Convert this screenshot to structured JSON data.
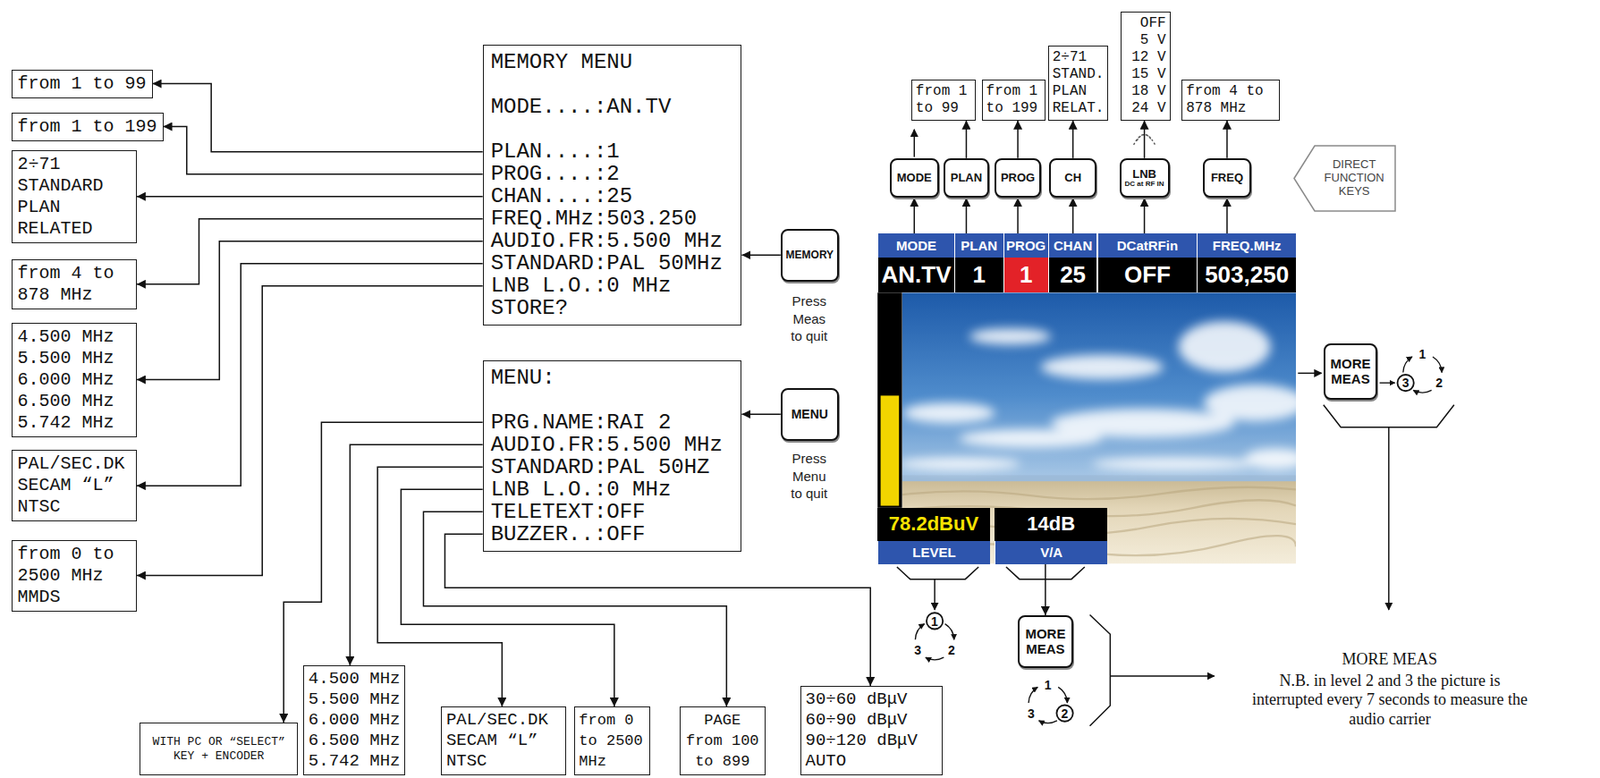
{
  "diagram": {
    "nodes": [
      {
        "text": [
          "from 1 to 99"
        ]
      },
      {
        "text": [
          "from 1 to 199"
        ]
      },
      {
        "text": [
          "2÷71",
          "STANDARD",
          "PLAN",
          "RELATED"
        ]
      },
      {
        "text": [
          "from 4 to 878 MHz"
        ]
      },
      {
        "text": [
          "4.500 MHz",
          "5.500 MHz",
          "6.000 MHz",
          "6.500 MHz",
          "5.742 MHz"
        ]
      },
      {
        "text": [
          "PAL/SEC.DK",
          "SECAM “L”",
          "NTSC"
        ]
      },
      {
        "text": [
          "from 0 to 2500 MHz",
          "MMDS"
        ]
      },
      {
        "text": [
          "MEMORY MENU",
          "MODE....:AN.TV",
          "PLAN....:1",
          "PROG....:2",
          "CHAN....:25",
          "FREQ.MHz:503.250",
          "AUDIO.FR:5.500 MHz",
          "STANDARD:PAL 50MHz",
          "LNB L.O.:0 MHz",
          "STORE?"
        ]
      },
      {
        "text": [
          "MENU:",
          "PRG.NAME:RAI 2",
          "AUDIO.FR:5.500 MHz",
          "STANDARD:PAL 50HZ",
          "LNB L.O.:0 MHz",
          "TELETEXT:OFF",
          "BUZZER..:OFF"
        ]
      },
      {
        "text": [
          "MEMORY"
        ]
      },
      {
        "text": [
          "MENU"
        ]
      },
      {
        "text": [
          "from 1 to 99"
        ]
      },
      {
        "text": [
          "from 1 to 199"
        ]
      },
      {
        "text": [
          "2÷71",
          "STAND.",
          "PLAN",
          "RELAT."
        ]
      },
      {
        "text": [
          "OFF",
          "5 V",
          "12 V",
          "15 V",
          "18 V",
          "24 V"
        ]
      },
      {
        "text": [
          "from 4 to 878 MHz"
        ]
      },
      {
        "text": [
          "MODE"
        ]
      },
      {
        "text": [
          "PLAN"
        ]
      },
      {
        "text": [
          "PROG"
        ]
      },
      {
        "text": [
          "CH"
        ]
      },
      {
        "text": [
          "LNB",
          "DC at RF IN"
        ]
      },
      {
        "text": [
          "FREQ"
        ]
      },
      {
        "text": [
          "DIRECT FUNCTION KEYS"
        ]
      },
      {
        "text": [
          "MODE"
        ]
      },
      {
        "text": [
          "PLAN"
        ]
      },
      {
        "text": [
          "PROG"
        ]
      },
      {
        "text": [
          "CHAN"
        ]
      },
      {
        "text": [
          "DCatRFin"
        ]
      },
      {
        "text": [
          "FREQ.MHz"
        ]
      },
      {
        "text": [
          "AN.TV"
        ]
      },
      {
        "text": [
          "1"
        ]
      },
      {
        "text": [
          "1"
        ]
      },
      {
        "text": [
          "25"
        ]
      },
      {
        "text": [
          "OFF"
        ]
      },
      {
        "text": [
          "503,250"
        ]
      },
      {
        "text": [
          "78.2dBuV"
        ]
      },
      {
        "text": [
          "14dB"
        ]
      },
      {
        "text": [
          "LEVEL"
        ]
      },
      {
        "text": [
          "V/A"
        ]
      },
      {
        "text": [
          "MORE MEAS"
        ]
      },
      {
        "text": [
          "MORE MEAS"
        ]
      },
      {
        "text": [
          "WITH PC OR “SELECT” KEY + ENCODER"
        ]
      },
      {
        "text": [
          "4.500 MHz",
          "5.500 MHz",
          "6.000 MHz",
          "6.500 MHz",
          "5.742 MHz"
        ]
      },
      {
        "text": [
          "PAL/SEC.DK",
          "SECAM “L”",
          "NTSC"
        ]
      },
      {
        "text": [
          "from 0 to 2500 MHz"
        ]
      },
      {
        "text": [
          "PAGE",
          "from 100 to 899"
        ]
      },
      {
        "text": [
          "30÷60 dBμV",
          "60÷90 dBμV",
          "90÷120 dBμV",
          "AUTO"
        ]
      }
    ],
    "edges": [
      {
        "from": 7,
        "to": 0,
        "arrow": "to"
      },
      {
        "from": 7,
        "to": 1,
        "arrow": "to"
      },
      {
        "from": 7,
        "to": 2,
        "arrow": "to"
      },
      {
        "from": 7,
        "to": 3,
        "arrow": "to"
      },
      {
        "from": 7,
        "to": 4,
        "arrow": "to"
      },
      {
        "from": 7,
        "to": 5,
        "arrow": "to"
      },
      {
        "from": 7,
        "to": 6,
        "arrow": "to"
      },
      {
        "from": 9,
        "to": 7,
        "arrow": "to"
      },
      {
        "from": 10,
        "to": 8,
        "arrow": "to"
      },
      {
        "from": 8,
        "to": 41,
        "arrow": "to"
      },
      {
        "from": 8,
        "to": 42,
        "arrow": "to"
      },
      {
        "from": 8,
        "to": 43,
        "arrow": "to"
      },
      {
        "from": 8,
        "to": 44,
        "arrow": "to"
      },
      {
        "from": 8,
        "to": 45,
        "arrow": "to"
      },
      {
        "from": 8,
        "to": 46,
        "arrow": "to"
      },
      {
        "from": 17,
        "to": 11,
        "arrow": "to"
      },
      {
        "from": 18,
        "to": 12,
        "arrow": "to"
      },
      {
        "from": 19,
        "to": 13,
        "arrow": "to"
      },
      {
        "from": 20,
        "to": 14,
        "arrow": "to"
      },
      {
        "from": 21,
        "to": 15,
        "arrow": "to"
      },
      {
        "from": 23,
        "to": 16,
        "arrow": "to"
      },
      {
        "from": 24,
        "to": 17,
        "arrow": "to"
      },
      {
        "from": 25,
        "to": 18,
        "arrow": "to"
      },
      {
        "from": 26,
        "to": 19,
        "arrow": "to"
      },
      {
        "from": 27,
        "to": 20,
        "arrow": "to"
      },
      {
        "from": 28,
        "to": 21,
        "arrow": "to"
      },
      {
        "from": 38,
        "to": 40,
        "arrow": "to"
      }
    ],
    "labels": [
      "Press Meas to quit",
      "Press Menu to quit",
      "1",
      "2",
      "3",
      "1",
      "2",
      "3",
      "1",
      "2",
      "3",
      "MORE MEAS",
      "N.B. in level 2 and 3 the picture is interrupted every 7 seconds to measure the audio carrier"
    ]
  }
}
